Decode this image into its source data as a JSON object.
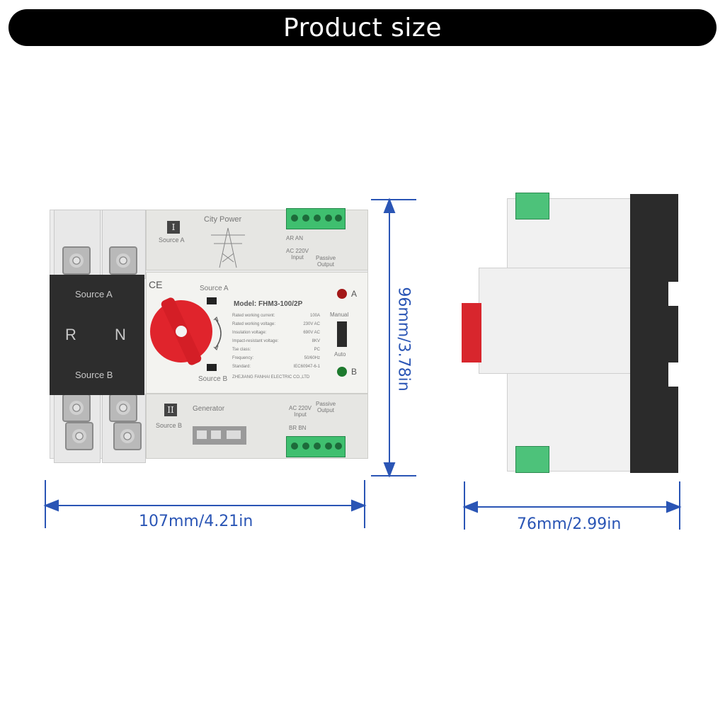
{
  "banner": {
    "title": "Product size"
  },
  "front": {
    "black_plate": {
      "source_a": "Source A",
      "r": "R",
      "n": "N",
      "source_b": "Source B"
    },
    "top": {
      "roman": "I",
      "city_power": "City Power",
      "source_a": "Source A",
      "terminal_top_labels": "AR  AN",
      "input_label": "AC 220V\nInput",
      "passive_output": "Passive\nOutput"
    },
    "panel": {
      "ce": "CE",
      "source_a": "Source A",
      "source_b": "Source B",
      "model": "Model:  FHM3-100/2P",
      "specs": [
        [
          "Rated working current:",
          "100A"
        ],
        [
          "Rated working voltage:",
          "230V AC"
        ],
        [
          "Insulation voltage:",
          "690V AC"
        ],
        [
          "Impact-resistant voltage:",
          "8KV"
        ],
        [
          "Tse class:",
          "PC"
        ],
        [
          "Frequency:",
          "50/60Hz"
        ],
        [
          "Standard:",
          "IEC60947-6-1"
        ]
      ],
      "manufacturer": "ZHEJIANG FANHAI ELECTRIC CO.,LTD",
      "lamp_a": "A",
      "lamp_b": "B",
      "manual": "Manual",
      "auto": "Auto",
      "colors": {
        "lamp_a": "#a31818",
        "lamp_b": "#1d7a2e",
        "knob": "#e0242c"
      }
    },
    "bottom": {
      "roman": "II",
      "generator": "Generator",
      "source_b": "Source B",
      "input_label": "AC 220V\nInput",
      "passive_output": "Passive\nOutput",
      "terminal_bottom_labels": "BR  BN"
    }
  },
  "dimensions": {
    "height": "96mm/3.78in",
    "front_width": "107mm/4.21in",
    "side_width": "76mm/2.99in",
    "color": "#2a55b5"
  }
}
